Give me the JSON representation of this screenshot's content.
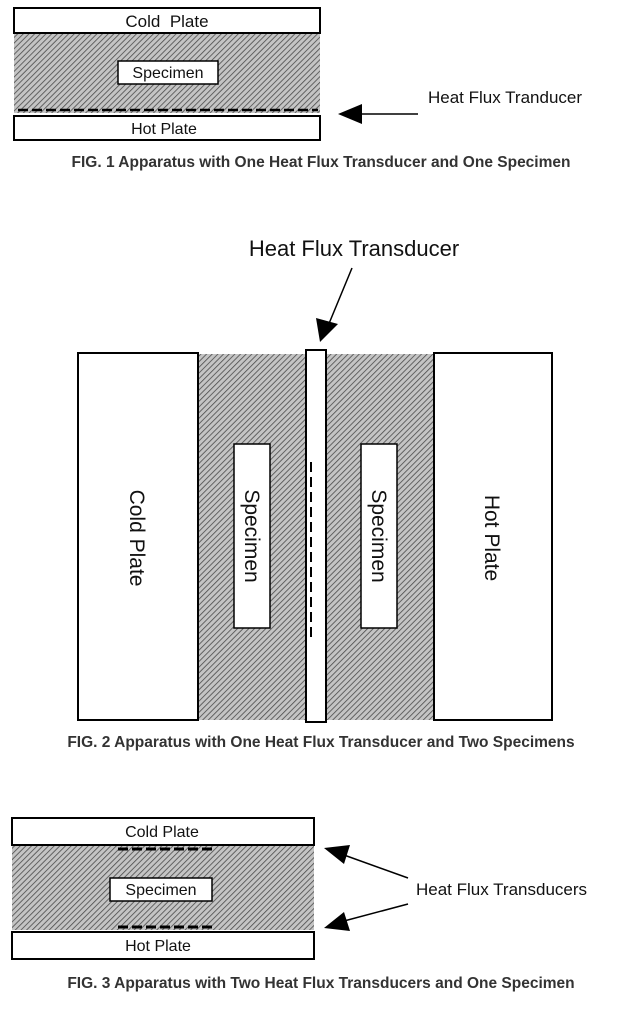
{
  "fig1": {
    "cold_plate": "Cold  Plate",
    "specimen": "Specimen",
    "hot_plate": "Hot Plate",
    "transducer_label": "Heat Flux Tranducer",
    "caption": "FIG. 1 Apparatus with One Heat Flux Transducer and One Specimen"
  },
  "fig2": {
    "transducer_label": "Heat Flux Transducer",
    "cold_plate": "Cold Plate",
    "specimen_left": "Specimen",
    "specimen_right": "Specimen",
    "hot_plate": "Hot Plate",
    "caption": "FIG. 2 Apparatus with One Heat Flux Transducer and Two Specimens"
  },
  "fig3": {
    "cold_plate": "Cold Plate",
    "specimen": "Specimen",
    "hot_plate": "Hot Plate",
    "transducers_label": "Heat Flux Transducers",
    "caption": "FIG. 3 Apparatus with Two Heat Flux Transducers and One Specimen"
  }
}
